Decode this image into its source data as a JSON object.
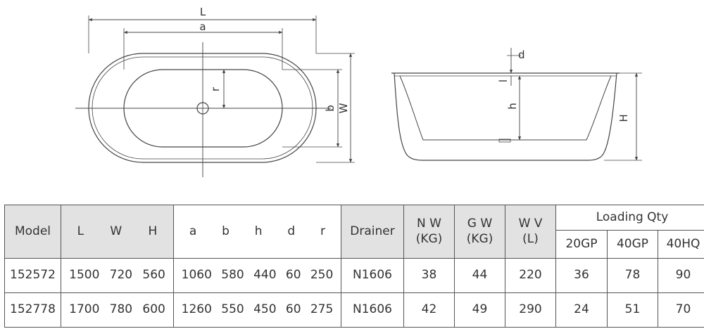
{
  "drawing": {
    "top_view_labels": {
      "L": "L",
      "a": "a",
      "r": "r",
      "b": "b",
      "W": "W"
    },
    "side_view_labels": {
      "d": "d",
      "l": "l",
      "h": "h",
      "H": "H"
    }
  },
  "table": {
    "model_header": "Model",
    "dimension_headers": [
      "L",
      "W",
      "H"
    ],
    "inner_headers": [
      "a",
      "b",
      "h",
      "d",
      "r"
    ],
    "drainer_header": "Drainer",
    "nw_header": [
      "N W",
      "(KG)"
    ],
    "gw_header": [
      "G W",
      "(KG)"
    ],
    "wv_header": [
      "W V",
      "(L)"
    ],
    "loading_header": "Loading Qty",
    "loading_sub": [
      "20GP",
      "40GP",
      "40HQ"
    ],
    "rows": [
      {
        "model": "152572",
        "dims": [
          "1500",
          "720",
          "560"
        ],
        "inner": [
          "1060",
          "580",
          "440",
          "60",
          "250"
        ],
        "drainer": "N1606",
        "nw": "38",
        "gw": "44",
        "wv": "220",
        "loading": [
          "36",
          "78",
          "90"
        ]
      },
      {
        "model": "152778",
        "dims": [
          "1700",
          "780",
          "600"
        ],
        "inner": [
          "1260",
          "550",
          "450",
          "60",
          "275"
        ],
        "drainer": "N1606",
        "nw": "42",
        "gw": "49",
        "wv": "290",
        "loading": [
          "24",
          "51",
          "70"
        ]
      }
    ]
  }
}
